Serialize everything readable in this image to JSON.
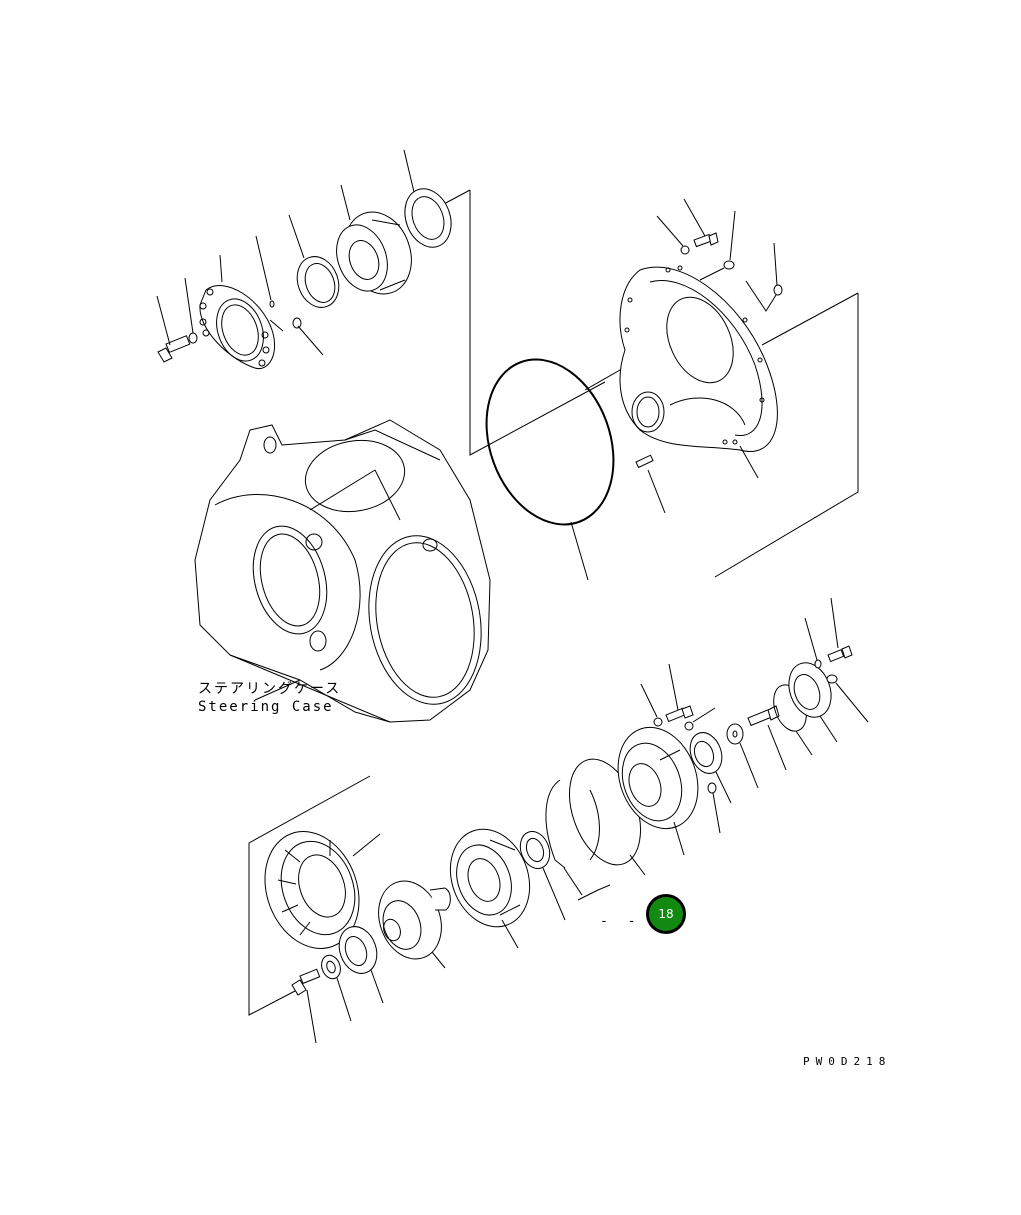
{
  "diagram": {
    "title_jp": "ステアリングケース",
    "title_en": "Steering Case",
    "drawing_code": "PW0D218",
    "callout": {
      "dash_label": "- -",
      "badge_number": "18",
      "badge_color": "#128a12"
    },
    "groups": [
      {
        "name": "upper-left-bearing-cage-assembly",
        "parts": [
          "bolt",
          "washer",
          "bearing-cage",
          "o-ring",
          "shim",
          "bearing-cup",
          "bearing-cone",
          "bearing-cup",
          "nipple"
        ]
      },
      {
        "name": "right-cover-assembly",
        "parts": [
          "o-ring",
          "cover",
          "dowel-pin",
          "nut",
          "bolt",
          "plug",
          "plug"
        ]
      },
      {
        "name": "steering-case",
        "parts": [
          "steering-case"
        ]
      },
      {
        "name": "lower-bevel-gear-assembly",
        "parts": [
          "bolt",
          "washer",
          "bearing",
          "bevel-gear",
          "bevel-pinion",
          "bearing",
          "seal",
          "shim-ring",
          "shim",
          "cage",
          "bearing",
          "washer",
          "bolt",
          "o-ring",
          "cover",
          "bolt",
          "washer",
          "plug",
          "nut",
          "bolt"
        ]
      }
    ]
  }
}
